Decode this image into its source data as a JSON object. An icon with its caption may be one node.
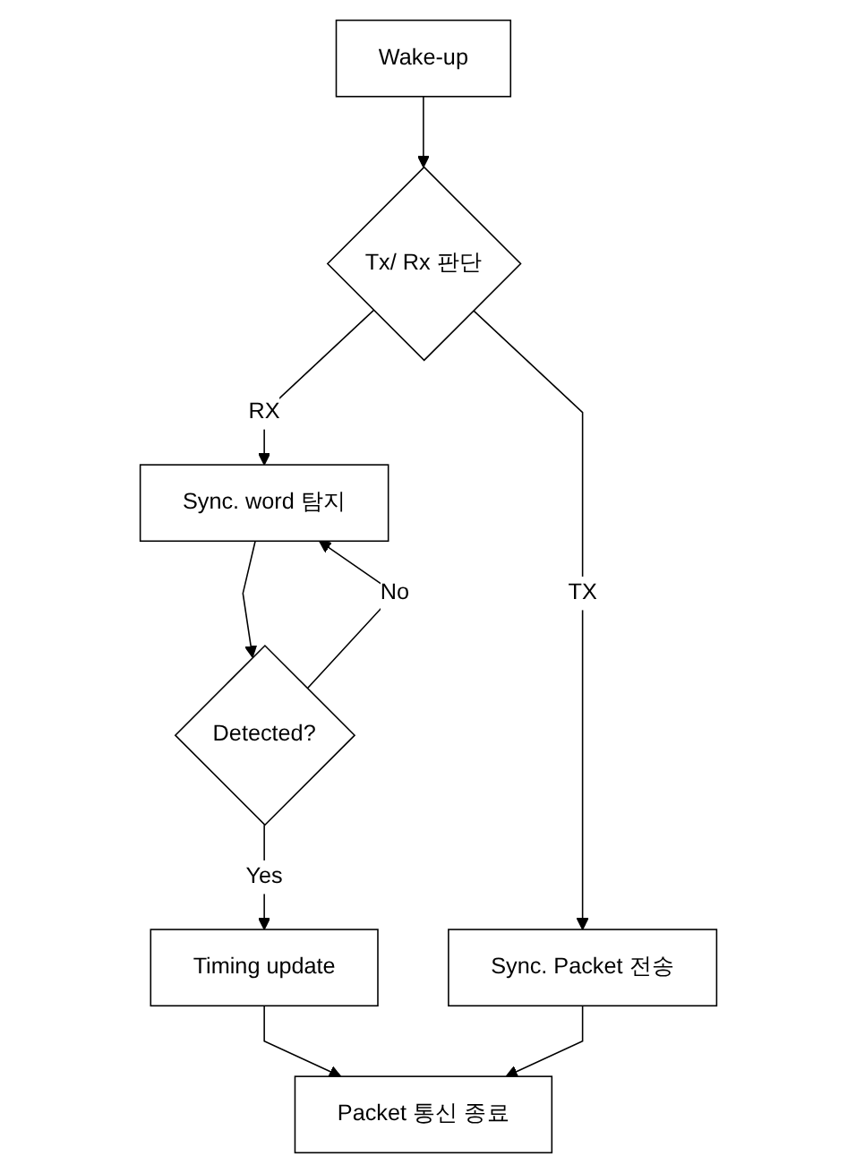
{
  "diagram": {
    "nodes": [
      {
        "text": [
          "Wake-up"
        ]
      },
      {
        "text": [
          "Tx/ Rx 판단"
        ]
      },
      {
        "text": [
          "Sync. Packet 전송"
        ]
      },
      {
        "text": [
          "Sync. word 탐지"
        ]
      },
      {
        "text": [
          "Detected?"
        ]
      },
      {
        "text": [
          "Timing update"
        ]
      },
      {
        "text": [
          "Packet 통신 종료"
        ]
      }
    ],
    "edges": [
      {
        "from": 0,
        "to": 1,
        "arrow": "to"
      },
      {
        "from": 1,
        "to": 2,
        "arrow": "to",
        "label": "TX"
      },
      {
        "from": 1,
        "to": 3,
        "arrow": "to",
        "label": "RX"
      },
      {
        "from": 3,
        "to": 4,
        "arrow": "to"
      },
      {
        "from": 4,
        "to": 3,
        "arrow": "to",
        "label": "No"
      },
      {
        "from": 4,
        "to": 5,
        "arrow": "to",
        "label": "Yes"
      },
      {
        "from": 5,
        "to": 6,
        "arrow": "to"
      },
      {
        "from": 2,
        "to": 6,
        "arrow": "to"
      }
    ]
  }
}
